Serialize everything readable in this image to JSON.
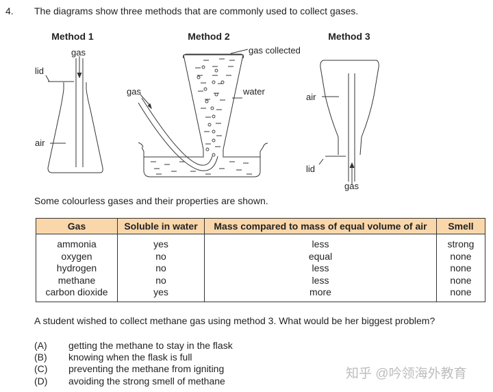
{
  "question": {
    "number": "4.",
    "text": "The diagrams show three methods that are commonly used to collect gases."
  },
  "methods": [
    {
      "title": "Method 1",
      "labels": {
        "gas": "gas",
        "lid": "lid",
        "air": "air"
      }
    },
    {
      "title": "Method 2",
      "labels": {
        "gas_collected": "gas collected",
        "gas": "gas",
        "water": "water"
      }
    },
    {
      "title": "Method 3",
      "labels": {
        "air": "air",
        "lid": "lid",
        "gas": "gas"
      }
    }
  ],
  "table_intro": "Some colourless gases and their properties are shown.",
  "table": {
    "headers": [
      "Gas",
      "Soluble in water",
      "Mass compared to mass of equal volume of air",
      "Smell"
    ],
    "rows": [
      [
        "ammonia",
        "yes",
        "less",
        "strong"
      ],
      [
        "oxygen",
        "no",
        "equal",
        "none"
      ],
      [
        "hydrogen",
        "no",
        "less",
        "none"
      ],
      [
        "methane",
        "no",
        "less",
        "none"
      ],
      [
        "carbon dioxide",
        "yes",
        "more",
        "none"
      ]
    ],
    "header_color": "#f9d7ab"
  },
  "prompt": "A student wished to collect methane gas using method 3. What would be her biggest problem?",
  "options": [
    {
      "letter": "(A)",
      "text": "getting the methane to stay in the flask"
    },
    {
      "letter": "(B)",
      "text": "knowing when the flask is full"
    },
    {
      "letter": "(C)",
      "text": "preventing the methane from igniting"
    },
    {
      "letter": "(D)",
      "text": "avoiding the strong smell of methane"
    }
  ],
  "watermark": "知乎 @吟领海外教育"
}
